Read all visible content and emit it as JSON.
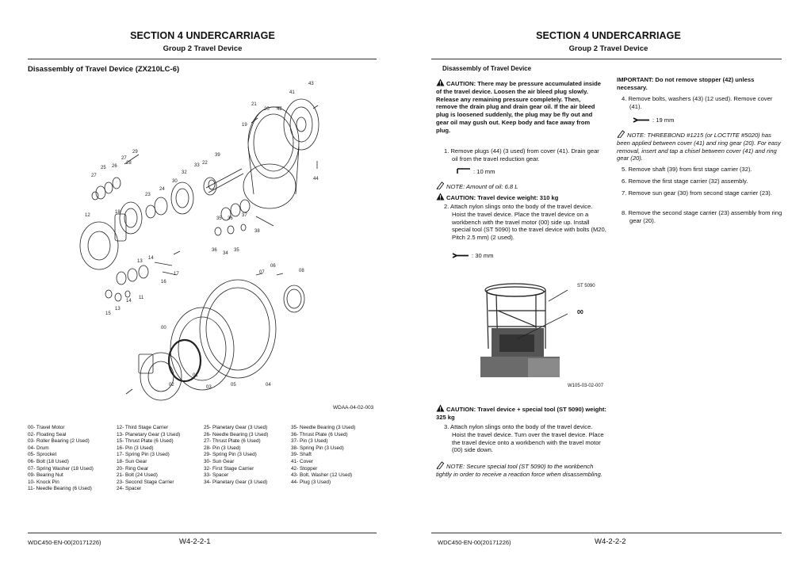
{
  "left_page": {
    "section_title": "SECTION 4 UNDERCARRIAGE",
    "group_title": "Group 2 Travel Device",
    "heading": "Disassembly of Travel Device (ZX210LC-6)",
    "figure_code": "WDAA-04-02-003",
    "callouts": [
      "43",
      "41",
      "21",
      "20",
      "42",
      "19",
      "39",
      "22",
      "33",
      "44",
      "29",
      "27",
      "28",
      "25",
      "26",
      "27",
      "23",
      "24",
      "30",
      "32",
      "12",
      "18",
      "35",
      "36",
      "34",
      "37",
      "38",
      "14",
      "13",
      "16",
      "17",
      "07",
      "06",
      "08",
      "15",
      "13",
      "11",
      "14",
      "00",
      "02",
      "01",
      "05",
      "04",
      "03"
    ],
    "parts": [
      [
        "00- Travel Motor",
        "02- Floating Seal",
        "03- Roller Bearing (2 Used)",
        "04- Drum",
        "05- Sprocket",
        "06- Bolt (18 Used)",
        "07- Spring Washer (18 Used)",
        "09- Bearing Nut",
        "10- Knock Pin",
        "11- Needle Bearing (6 Used)"
      ],
      [
        "12- Third Stage Carrier",
        "13- Planetary Gear (3 Used)",
        "15- Thrust Plate (6 Used)",
        "16- Pin (3 Used)",
        "17- Spring Pin (3 Used)",
        "18- Sun Gear",
        "20- Ring Gear",
        "21- Bolt (24 Used)",
        "23- Second Stage Carrier",
        "24- Spacer"
      ],
      [
        "25- Planetary Gear (3 Used)",
        "26- Needle Bearing (3 Used)",
        "27- Thrust Plate (6 Used)",
        "28- Pin (3 Used)",
        "29- Spring Pin (3 Used)",
        "30- Sun Gear",
        "32- First Stage Carrier",
        "33- Spacer",
        "34- Planetary Gear (3 Used)"
      ],
      [
        "35- Needle Bearing (3 Used)",
        "36- Thrust Plate (6 Used)",
        "37- Pin (3 Used)",
        "38- Spring Pin (3 Used)",
        "39- Shaft",
        "41- Cover",
        "42- Stopper",
        "43- Bolt, Washer (12 Used)",
        "44- Plug (3 Used)"
      ]
    ],
    "footer_code": "WDC450-EN-00(20171226)",
    "footer_page": "W4-2-2-1"
  },
  "right_page": {
    "section_title": "SECTION 4 UNDERCARRIAGE",
    "group_title": "Group 2 Travel Device",
    "heading": "Disassembly of Travel Device",
    "caution1": {
      "label": "CAUTION:",
      "text": "There may be pressure accumulated inside of the travel device. Loosen the air bleed plug slowly. Release any remaining pressure completely. Then, remove the drain plug and drain gear oil. If the air bleed plug is loosened suddenly, the plug may be fly out and gear oil may gush out. Keep body and face away from plug."
    },
    "step1": "1. Remove plugs (44) (3 used) from cover (41). Drain gear oil from the travel reduction gear.",
    "tool1": ": 10 mm",
    "note1": {
      "label": "NOTE:",
      "text": "Amount of oil: 6.8 L"
    },
    "caution2": {
      "label": "CAUTION:",
      "text": "Travel device weight: 310 kg"
    },
    "step2": "2. Attach nylon slings onto the body of the travel device. Hoist the travel device. Place the travel device on a workbench with the travel motor (00) side up. Install special tool (ST 5090) to the travel device with bolts (M20, Pitch 2.5 mm) (2 used).",
    "tool2": ": 30 mm",
    "photo_label_tool": "ST 5090",
    "photo_label_motor": "00",
    "photo_code": "W105-03-02-007",
    "caution3": {
      "label": "CAUTION:",
      "text": "Travel device + special tool (ST 5090) weight: 325 kg"
    },
    "step3": "3. Attach nylon slings onto the body of the travel device. Hoist the travel device. Turn over the travel device. Place the travel device onto a workbench with the travel motor (00) side down.",
    "note3": {
      "label": "NOTE:",
      "text": "Secure special tool (ST 5090) to the workbench tightly in order to receive a reaction force when disassembling."
    },
    "important": {
      "label": "IMPORTANT:",
      "text": "Do not remove stopper (42) unless necessary."
    },
    "step4": "4. Remove bolts, washers (43) (12 used). Remove cover (41).",
    "tool4": ": 19 mm",
    "note4": {
      "label": "NOTE:",
      "text": "THREEBOND #1215 (or LOCTITE #5020) has been applied between cover (41) and ring gear (20). For easy removal, insert and tap a chisel between cover (41) and ring gear (20)."
    },
    "step5": "5. Remove shaft (39) from first stage carrier (32).",
    "step6": "6. Remove the first stage carrier (32) assembly.",
    "step7": "7. Remove sun gear (30) from second stage carrier (23).",
    "step8": "8. Remove the second stage carrier (23) assembly from ring gear (20).",
    "footer_code": "WDC450-EN-00(20171226)",
    "footer_page": "W4-2-2-2"
  },
  "icons": {
    "warning": "warning-triangle-icon",
    "note": "note-pencil-icon",
    "wrench": "wrench-icon",
    "hex_key": "hex-key-icon"
  }
}
